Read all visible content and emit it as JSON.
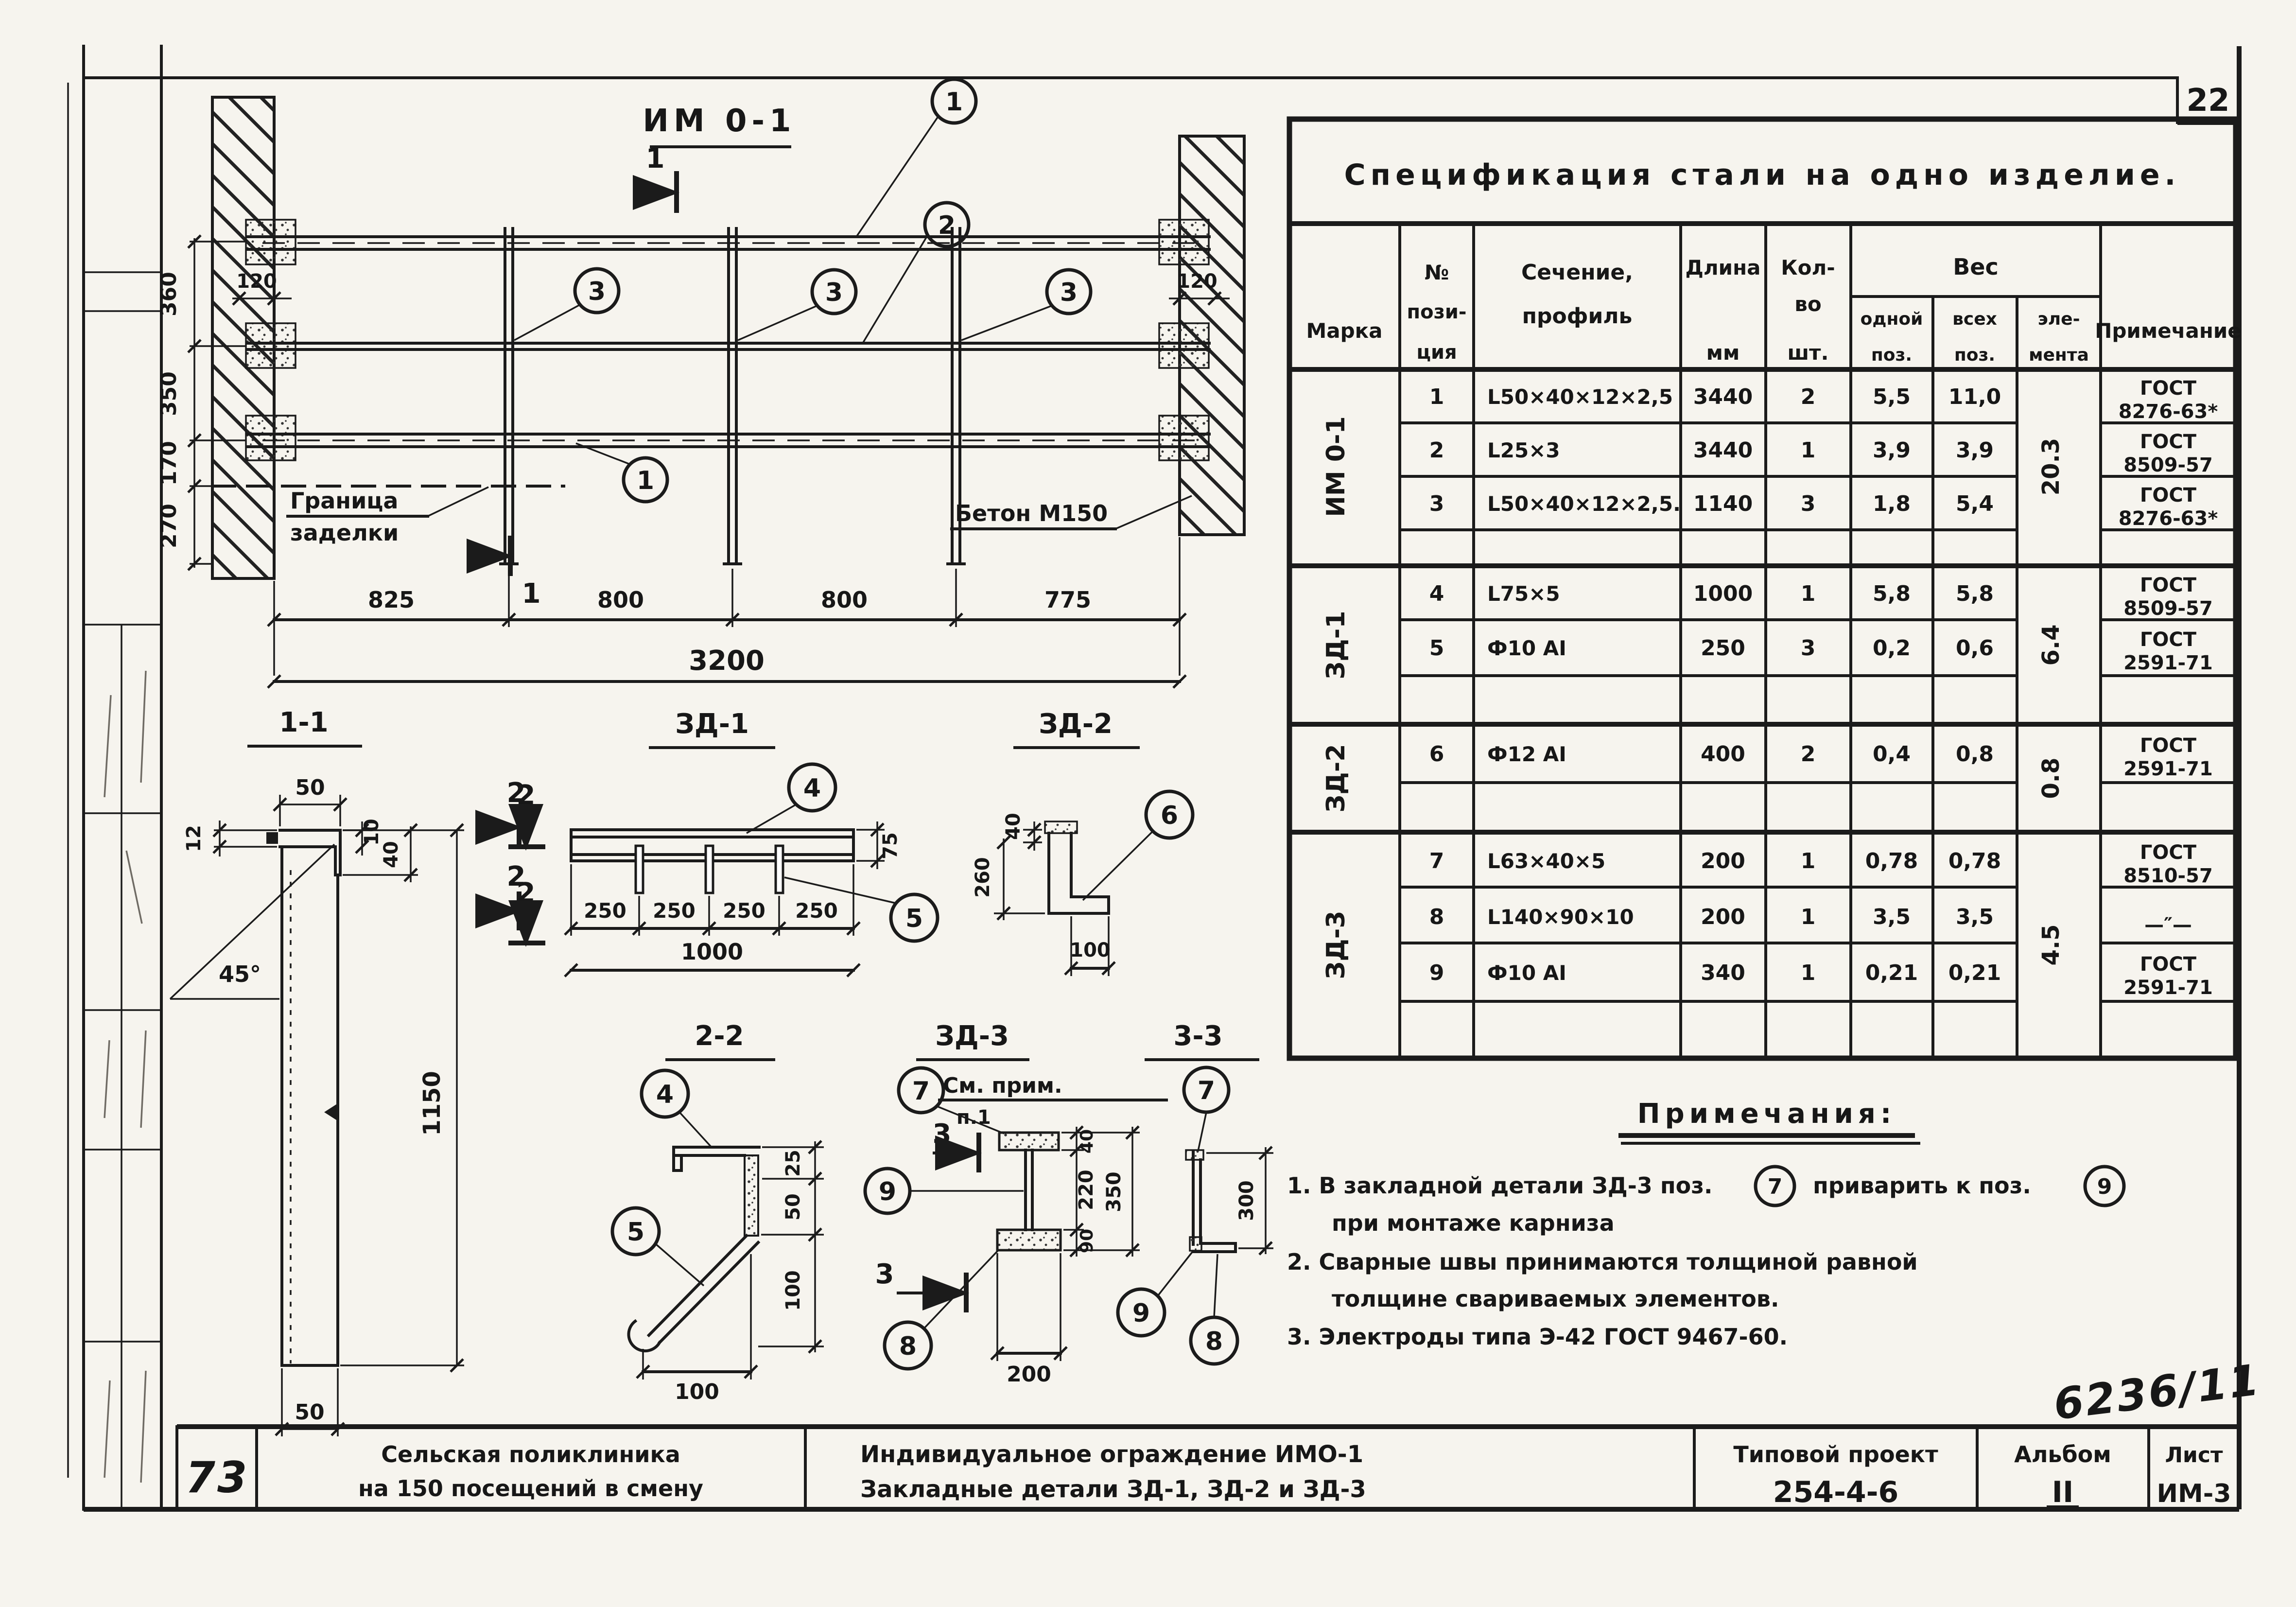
{
  "page": {
    "sheet_corner_number": "22",
    "inventory_number": "6236/11"
  },
  "callouts": {
    "p1": "1",
    "p2": "2",
    "p3": "3",
    "p4": "4",
    "p5": "5",
    "p6": "6",
    "p7": "7",
    "p8": "8",
    "p9": "9"
  },
  "section_marks": {
    "s1": "1",
    "s2": "2",
    "s3": "3"
  },
  "main_view": {
    "title": "ИМ 0-1",
    "boundary_label_1": "Граница",
    "boundary_label_2": "заделки",
    "concrete_label": "Бетон М150",
    "dims": {
      "v360": "360",
      "v350": "350",
      "v170": "170",
      "v270": "270",
      "embed_left": "120",
      "embed_right": "120",
      "b825": "825",
      "b800a": "800",
      "b800b": "800",
      "b775": "775",
      "total": "3200"
    }
  },
  "sections": {
    "s11": {
      "title": "1-1",
      "dims": {
        "top50": "50",
        "t12": "12",
        "t10": "10",
        "t40": "40",
        "angle": "45°",
        "h1150": "1150",
        "bot50": "50"
      }
    },
    "zd1": {
      "title": "ЗД-1",
      "dims": {
        "s250a": "250",
        "s250b": "250",
        "s250c": "250",
        "s250d": "250",
        "total": "1000",
        "h75": "75"
      }
    },
    "zd2": {
      "title": "ЗД-2",
      "dims": {
        "t40": "40",
        "h260": "260",
        "f100": "100"
      }
    },
    "s22": {
      "title": "2-2",
      "dims": {
        "d25": "25",
        "d50": "50",
        "d100": "100",
        "b100": "100"
      }
    },
    "zd3": {
      "title": "ЗД-3",
      "see_note_1": "См. прим.",
      "see_note_2": "п.1",
      "dims": {
        "t40": "40",
        "m220": "220",
        "b90": "90",
        "total": "350",
        "plate200": "200"
      }
    },
    "s33": {
      "title": "3-3",
      "dims": {
        "h300": "300"
      }
    }
  },
  "spec_table": {
    "title": "Спецификация стали на одно изделие.",
    "headers": {
      "marka": "Марка",
      "pos1": "№",
      "pos2": "пози-",
      "pos3": "ция",
      "sec1": "Сечение,",
      "sec2": "профиль",
      "len1": "Длина",
      "len2": "мм",
      "qty1": "Кол-",
      "qty2": "во",
      "qty3": "шт.",
      "weight": "Вес",
      "w_one1": "одной",
      "w_one2": "поз.",
      "w_all1": "всех",
      "w_all2": "поз.",
      "w_el1": "эле-",
      "w_el2": "мента",
      "note": "Примечание"
    },
    "groups": [
      {
        "marka": "ИМ 0-1",
        "element_weight": "20.3"
      },
      {
        "marka": "ЗД-1",
        "element_weight": "6.4"
      },
      {
        "marka": "ЗД-2",
        "element_weight": "0.8"
      },
      {
        "marka": "ЗД-3",
        "element_weight": "4.5"
      }
    ],
    "rows": [
      {
        "pos": "1",
        "profile": "L50×40×12×2,5",
        "len": "3440",
        "qty": "2",
        "w_one": "5,5",
        "w_all": "11,0",
        "note1": "ГОСТ",
        "note2": "8276-63*"
      },
      {
        "pos": "2",
        "profile": "L25×3",
        "len": "3440",
        "qty": "1",
        "w_one": "3,9",
        "w_all": "3,9",
        "note1": "ГОСТ",
        "note2": "8509-57"
      },
      {
        "pos": "3",
        "profile": "L50×40×12×2,5.",
        "len": "1140",
        "qty": "3",
        "w_one": "1,8",
        "w_all": "5,4",
        "note1": "ГОСТ",
        "note2": "8276-63*"
      },
      {
        "pos": "4",
        "profile": "L75×5",
        "len": "1000",
        "qty": "1",
        "w_one": "5,8",
        "w_all": "5,8",
        "note1": "ГОСТ",
        "note2": "8509-57"
      },
      {
        "pos": "5",
        "profile": "Ф10 АI",
        "len": "250",
        "qty": "3",
        "w_one": "0,2",
        "w_all": "0,6",
        "note1": "ГОСТ",
        "note2": "2591-71"
      },
      {
        "pos": "6",
        "profile": "Ф12 АI",
        "len": "400",
        "qty": "2",
        "w_one": "0,4",
        "w_all": "0,8",
        "note1": "ГОСТ",
        "note2": "2591-71"
      },
      {
        "pos": "7",
        "profile": "L63×40×5",
        "len": "200",
        "qty": "1",
        "w_one": "0,78",
        "w_all": "0,78",
        "note1": "ГОСТ",
        "note2": "8510-57"
      },
      {
        "pos": "8",
        "profile": "L140×90×10",
        "len": "200",
        "qty": "1",
        "w_one": "3,5",
        "w_all": "3,5",
        "note1": "—″—",
        "note2": ""
      },
      {
        "pos": "9",
        "profile": "Ф10 АI",
        "len": "340",
        "qty": "1",
        "w_one": "0,21",
        "w_all": "0,21",
        "note1": "ГОСТ",
        "note2": "2591-71"
      }
    ]
  },
  "notes": {
    "title": "Примечания:",
    "n1a": "1. В закладной детали ЗД-3 поз.",
    "n1b": "приварить к поз.",
    "n1c": "при монтаже карниза",
    "n2a": "2. Сварные швы принимаются толщиной равной",
    "n2b": "толщине свариваемых элементов.",
    "n3": "3. Электроды типа Э-42 ГОСТ 9467-60."
  },
  "title_block": {
    "sheet_left": "73",
    "object1": "Сельская поликлиника",
    "object2": "на 150 посещений в смену",
    "name1": "Индивидуальное ограждение ИМО-1",
    "name2": "Закладные детали ЗД-1, ЗД-2 и ЗД-3",
    "project_label": "Типовой проект",
    "project_value": "254-4-6",
    "album_label": "Альбом",
    "album_value": "II",
    "sheet_label": "Лист",
    "sheet_value": "ИМ-3"
  }
}
